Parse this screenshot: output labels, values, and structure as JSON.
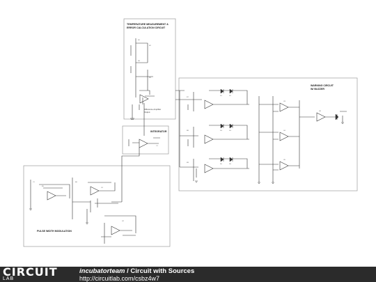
{
  "diagram": {
    "blocks": [
      {
        "id": "temp",
        "title_lines": [
          "TEMPERATURE MEASUREMENT &",
          "ERROR CALCULATION CIRCUIT"
        ]
      },
      {
        "id": "warning",
        "title_lines": [
          "WARNING CIRCUIT",
          "W/ BUZZER"
        ]
      },
      {
        "id": "integrator",
        "title_lines": [
          "INTEGRATOR"
        ]
      },
      {
        "id": "pwm",
        "title_lines": [
          "PULSE WIDTH MODULATION"
        ]
      }
    ],
    "note_lines": [
      "Difference Amplifier",
      "Output"
    ]
  },
  "footer": {
    "logo_top": "CIRCUIT",
    "logo_bottom": "LAB",
    "author": "incubatorteam",
    "separator": " / ",
    "title": "Circuit with Sources",
    "url": "http://circuitlab.com/csbz4w7"
  },
  "colors": {
    "footer_bg": "#2b2b2b",
    "wire": "#333333",
    "box": "#999999"
  }
}
